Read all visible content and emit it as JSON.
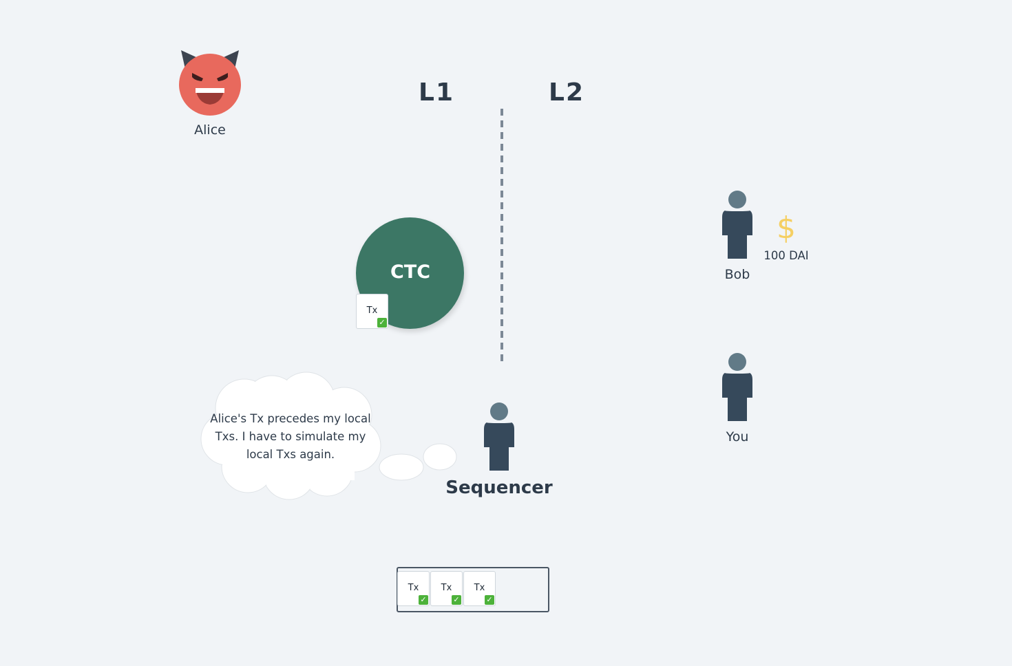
{
  "layers": {
    "l1": "L1",
    "l2": "L2"
  },
  "actors": {
    "alice": "Alice",
    "bob": "Bob",
    "you": "You",
    "sequencer": "Sequencer"
  },
  "ctc": {
    "label": "CTC",
    "tx_label": "Tx"
  },
  "bob_balance": {
    "symbol": "$",
    "amount": "100 DAI"
  },
  "thought_bubble": {
    "text": "Alice's Tx precedes my local Txs. I have to simulate my local Txs again."
  },
  "tx_queue": {
    "items": [
      {
        "label": "Tx"
      },
      {
        "label": "Tx"
      },
      {
        "label": "Tx"
      }
    ]
  },
  "colors": {
    "background": "#f1f4f7",
    "ctc": "#3c7765",
    "person_head": "#617a87",
    "person_body": "#36495b",
    "alice": "#e8695d",
    "dollar": "#f5cf63",
    "check": "#4db23a"
  },
  "icons": {
    "alice": "devil-face-icon",
    "person": "person-icon",
    "check": "check-icon",
    "dollar": "dollar-icon"
  }
}
